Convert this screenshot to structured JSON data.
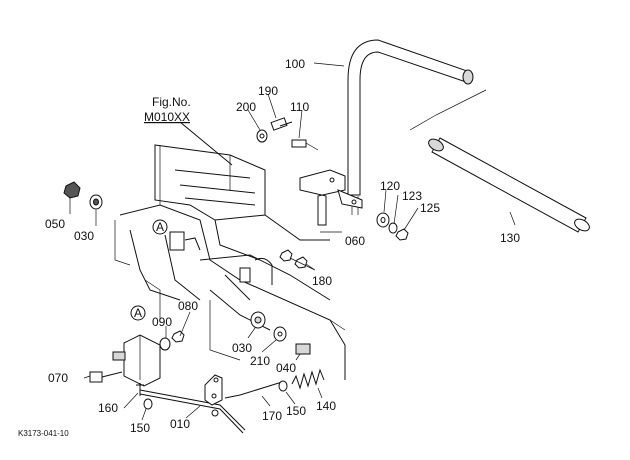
{
  "figure_ref": {
    "label": "Fig.No.",
    "code": "M010XX"
  },
  "footer_code": "K3173-041-10",
  "callout_letter": "A",
  "parts": [
    {
      "id": "p100",
      "label": "100"
    },
    {
      "id": "p190",
      "label": "190"
    },
    {
      "id": "p200",
      "label": "200"
    },
    {
      "id": "p110",
      "label": "110"
    },
    {
      "id": "p120",
      "label": "120"
    },
    {
      "id": "p123",
      "label": "123"
    },
    {
      "id": "p125",
      "label": "125"
    },
    {
      "id": "p130",
      "label": "130"
    },
    {
      "id": "p050",
      "label": "050"
    },
    {
      "id": "p030a",
      "label": "030"
    },
    {
      "id": "p060",
      "label": "060"
    },
    {
      "id": "p180",
      "label": "180"
    },
    {
      "id": "p080",
      "label": "080"
    },
    {
      "id": "p090",
      "label": "090"
    },
    {
      "id": "p030b",
      "label": "030"
    },
    {
      "id": "p210",
      "label": "210"
    },
    {
      "id": "p040",
      "label": "040"
    },
    {
      "id": "p070",
      "label": "070"
    },
    {
      "id": "p160",
      "label": "160"
    },
    {
      "id": "p150a",
      "label": "150"
    },
    {
      "id": "p010",
      "label": "010"
    },
    {
      "id": "p170",
      "label": "170"
    },
    {
      "id": "p150b",
      "label": "150"
    },
    {
      "id": "p140",
      "label": "140"
    }
  ]
}
